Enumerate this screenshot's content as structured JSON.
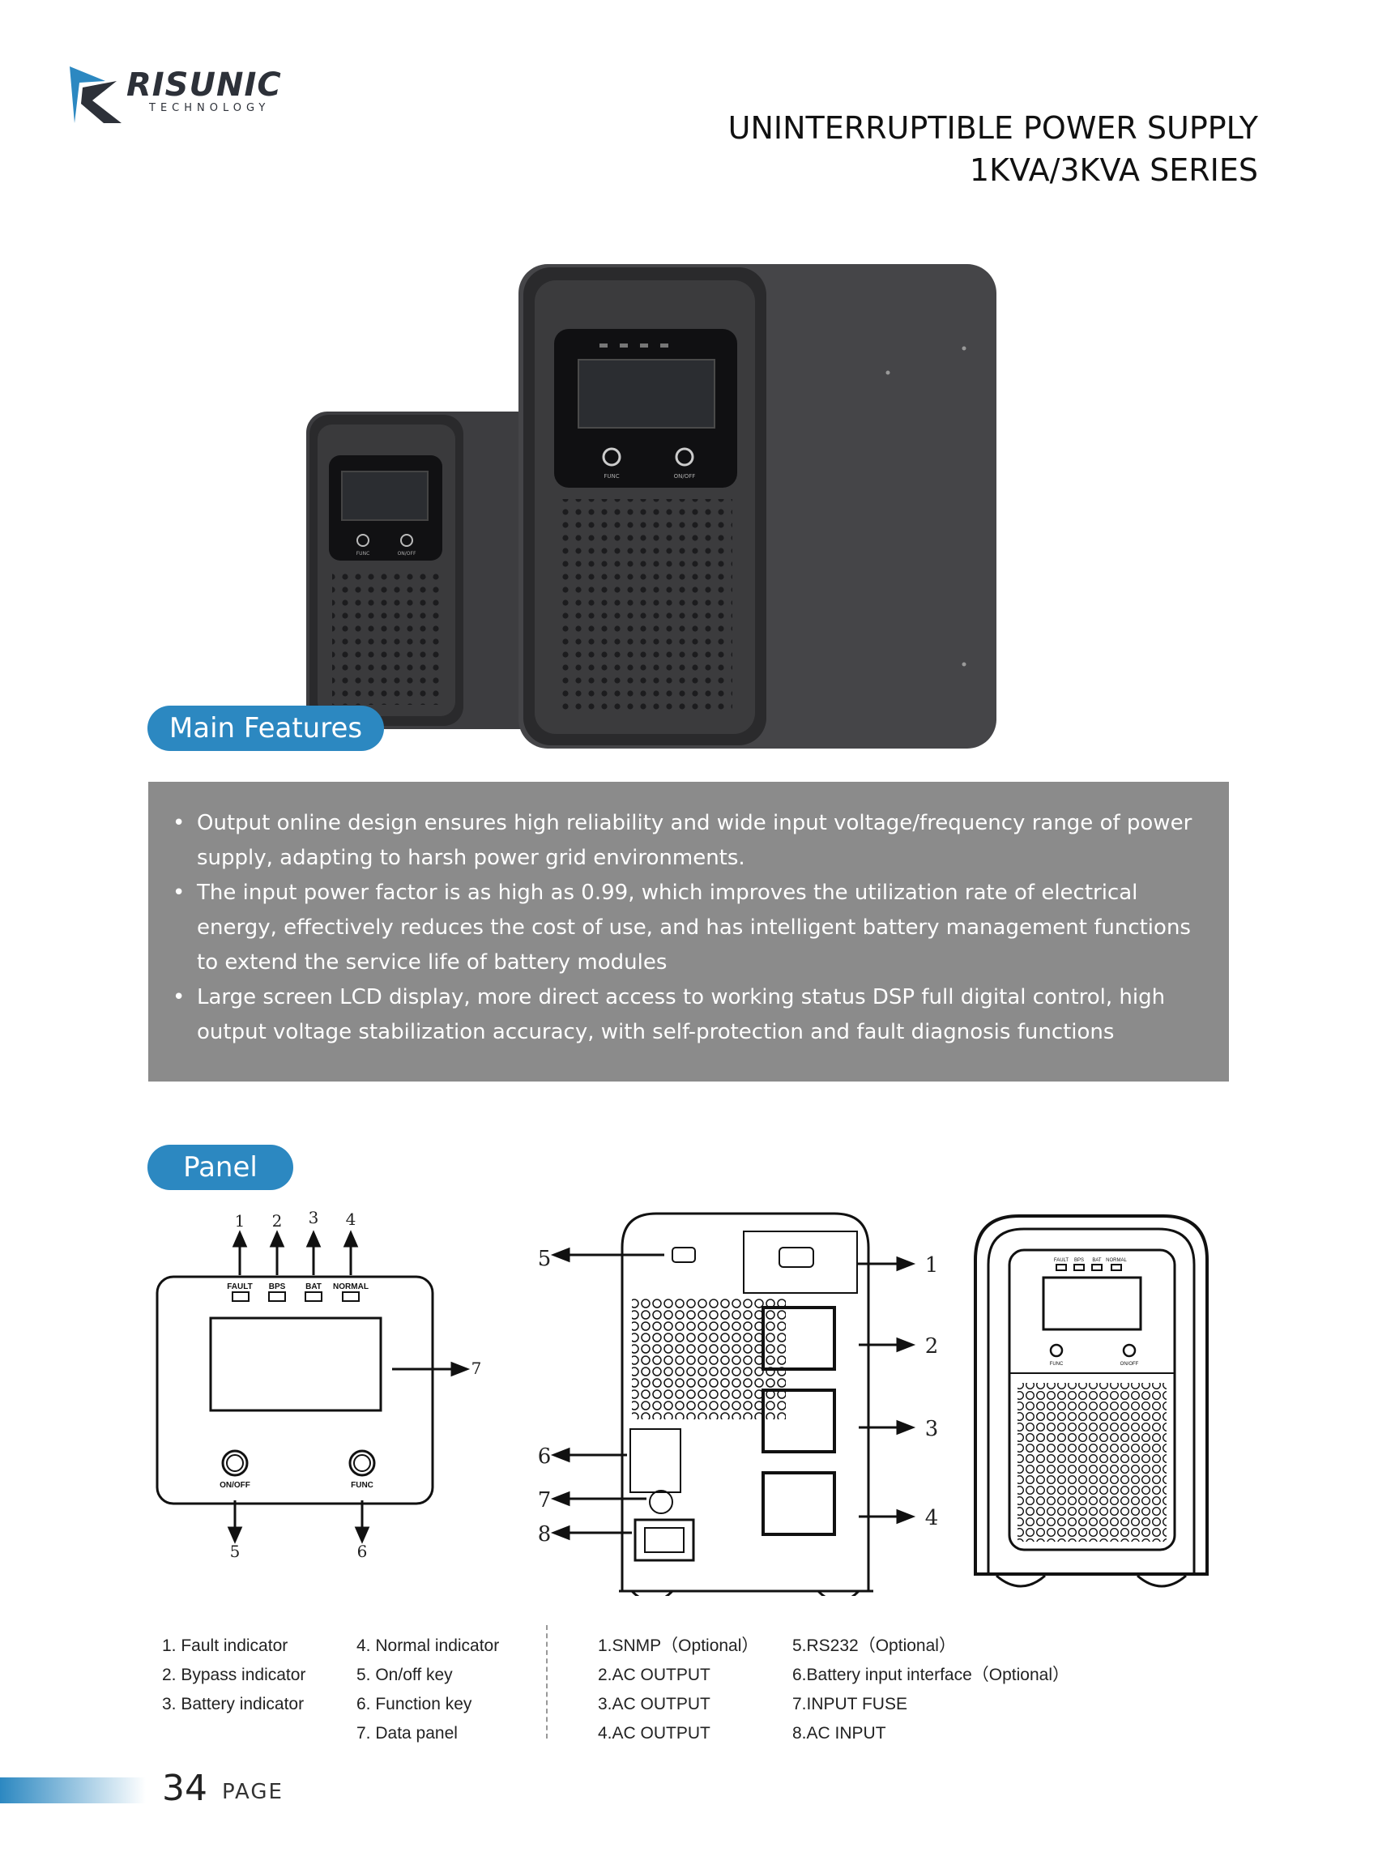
{
  "brand": {
    "name": "RISUNIC",
    "sub": "TECHNOLOGY"
  },
  "title": {
    "line1": "UNINTERRUPTIBLE POWER SUPPLY",
    "line2": "1KVA/3KVA SERIES"
  },
  "sections": {
    "features": "Main Features",
    "panel": "Panel"
  },
  "features": [
    "Output online design ensures high reliability and wide input voltage/frequency range of power supply, adapting to harsh power grid environments.",
    "The input power factor is as high as 0.99, which improves the utilization rate of electrical energy, effectively reduces the cost of use, and has intelligent battery management functions to extend the service life of battery modules",
    "Large screen LCD display, more direct access to working status DSP full digital control, high output voltage stabilization accuracy, with self-protection and fault diagnosis functions"
  ],
  "front_panel": {
    "numbers": [
      "1",
      "2",
      "3",
      "4",
      "5",
      "6",
      "7"
    ],
    "indicators": [
      "FAULT",
      "BPS",
      "BAT",
      "NORMAL"
    ],
    "buttons": [
      "ON/OFF",
      "FUNC"
    ]
  },
  "rear_panel": {
    "numbers": [
      "5",
      "1",
      "2",
      "3",
      "6",
      "4",
      "7",
      "8"
    ]
  },
  "front_view": {
    "indicators": [
      "FAULT",
      "BPS",
      "BAT",
      "NORMAL"
    ],
    "buttons": [
      "FUNC",
      "ON/OFF"
    ]
  },
  "product_buttons": {
    "small": [
      "FUNC",
      "ON/OFF"
    ],
    "large": [
      "FUNC",
      "ON/OFF"
    ]
  },
  "legend": {
    "col1": [
      "1. Fault indicator",
      "2. Bypass indicator",
      "3. Battery indicator"
    ],
    "col2": [
      "4. Normal indicator",
      "5. On/off  key",
      "6. Function  key",
      "7. Data  panel"
    ],
    "col3": [
      "1.SNMP（Optional）",
      "2.AC OUTPUT",
      "3.AC OUTPUT",
      "4.AC OUTPUT"
    ],
    "col4": [
      "5.RS232（Optional）",
      "6.Battery input interface（Optional）",
      "7.INPUT FUSE",
      "8.AC INPUT"
    ]
  },
  "page": {
    "number": "34",
    "label": "PAGE"
  },
  "colors": {
    "accent": "#2c88c1",
    "feature_box": "#8b8b8b",
    "device_dark": "#3a3a3c"
  }
}
